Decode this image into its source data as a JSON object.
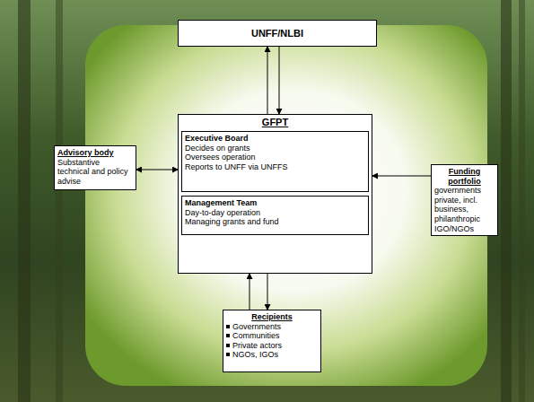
{
  "diagram": {
    "nodes": [
      {
        "text": [
          "UNFF/NLBI"
        ]
      },
      {
        "text": [
          "GFPT"
        ]
      },
      {
        "text": [
          "Executive Board",
          "Decides on grants",
          "Oversees operation",
          "Reports to UNFF via UNFFS"
        ],
        "in": 1
      },
      {
        "text": [
          "Management Team",
          "Day-to-day operation",
          "Managing grants and fund"
        ],
        "in": 1
      },
      {
        "text": [
          "Advisory body",
          "Substantive technical and policy advise"
        ]
      },
      {
        "text": [
          "Funding portfolio",
          "governments private, incl. business, philanthropic IGO/NGOs"
        ]
      },
      {
        "text": [
          "Recipients",
          "Governments",
          "Communities",
          "Private actors",
          "NGOs, IGOs"
        ]
      }
    ],
    "edges": [
      {
        "from": 1,
        "to": 0,
        "arrow": "to"
      },
      {
        "from": 0,
        "to": 1,
        "arrow": "to"
      },
      {
        "from": 4,
        "to": 1,
        "arrow": "both"
      },
      {
        "from": 5,
        "to": 1,
        "arrow": "to"
      },
      {
        "from": 6,
        "to": 1,
        "arrow": "to"
      },
      {
        "from": 1,
        "to": 6,
        "arrow": "to"
      }
    ]
  }
}
